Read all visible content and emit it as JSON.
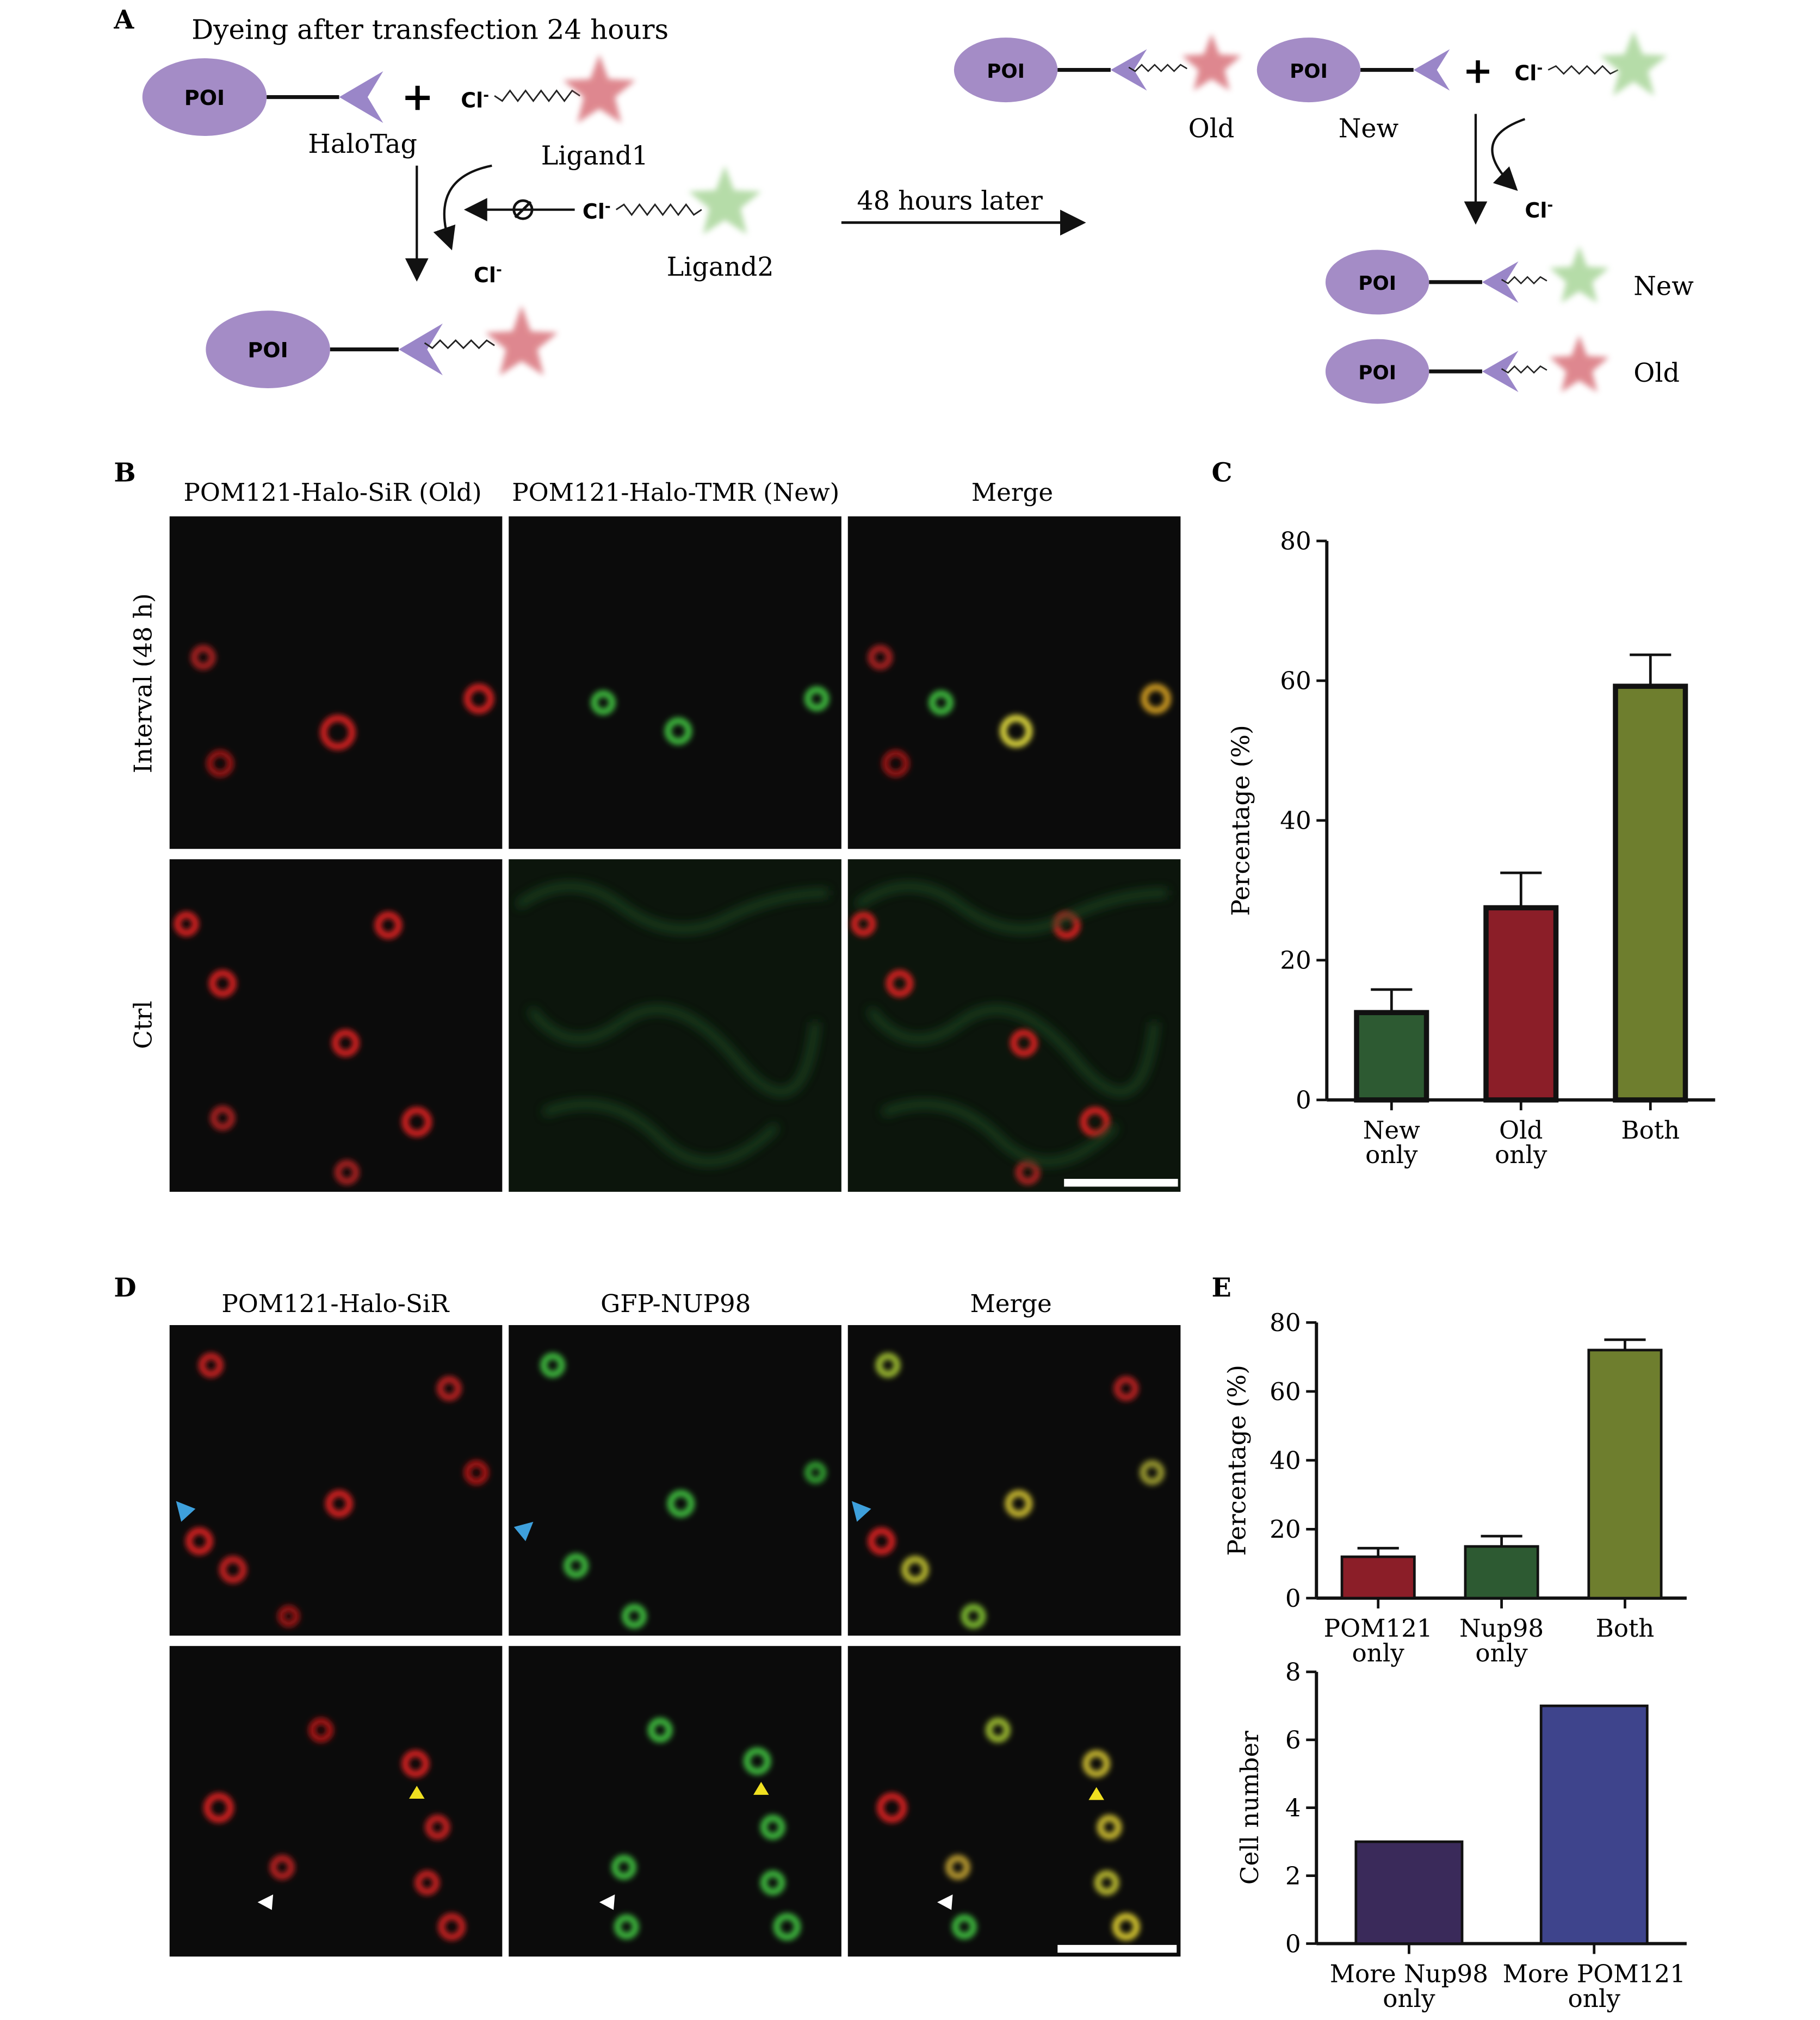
{
  "panel_a": {
    "label": "A",
    "header": "Dyeing after transfection 24 hours",
    "poi": "POI",
    "halotag": "HaloTag",
    "ligand1": "Ligand1",
    "ligand2": "Ligand2",
    "cl": "Cl",
    "cl_sup": "-",
    "arrow_text": "48 hours later",
    "old": "Old",
    "new": "New",
    "plus": "+"
  },
  "panel_b": {
    "label": "B",
    "col_titles": [
      "POM121-Halo-SiR (Old)",
      "POM121-Halo-TMR (New)",
      "Merge"
    ],
    "row_labels": [
      "Interval (48 h)",
      "Ctrl"
    ]
  },
  "panel_d": {
    "label": "D",
    "col_titles": [
      "POM121-Halo-SiR",
      "GFP-NUP98",
      "Merge"
    ]
  },
  "chart_c_label": "C",
  "chart_e_label": "E",
  "chart_data": [
    {
      "type": "bar",
      "panel": "C",
      "categories": [
        "New only",
        "Old only",
        "Both"
      ],
      "values": [
        12.5,
        27.5,
        59.2
      ],
      "errors": [
        3.3,
        5.0,
        4.5
      ],
      "colors": [
        "#2d5a32",
        "#8b1e28",
        "#6e7e2e"
      ],
      "ylabel": "Percentage (%)",
      "ylim": [
        0,
        80
      ],
      "yticks": [
        0,
        20,
        40,
        60,
        80
      ]
    },
    {
      "type": "bar",
      "panel": "E-top",
      "categories": [
        "POM121 only",
        "Nup98 only",
        "Both"
      ],
      "values": [
        12,
        15,
        72
      ],
      "errors": [
        2.5,
        3,
        3
      ],
      "colors": [
        "#8b1e28",
        "#2d5a32",
        "#6e7e2e"
      ],
      "ylabel": "Percentage (%)",
      "ylim": [
        0,
        80
      ],
      "yticks": [
        0,
        20,
        40,
        60,
        80
      ]
    },
    {
      "type": "bar",
      "panel": "E-bottom",
      "categories": [
        "More Nup98 only",
        "More POM121 only"
      ],
      "values": [
        3,
        7
      ],
      "colors": [
        "#3a2a5a",
        "#3e448c"
      ],
      "ylabel": "Cell number",
      "ylim": [
        0,
        8
      ],
      "yticks": [
        0,
        2,
        4,
        6,
        8
      ]
    }
  ]
}
